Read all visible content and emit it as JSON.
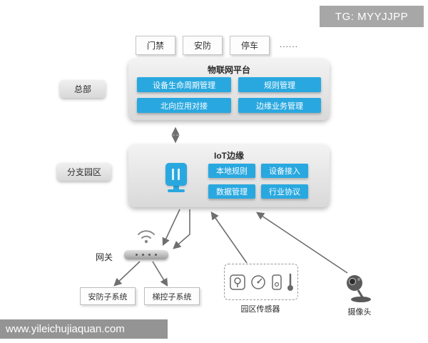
{
  "tg_tag": "TG: MYYJJPP",
  "watermark_url": "www.yileichujiaquan.com",
  "top_tabs": [
    "门禁",
    "安防",
    "停车"
  ],
  "top_more": "......",
  "labels": {
    "hq": "总部",
    "branch": "分支园区",
    "gateway": "网关",
    "sensors": "园区传感器",
    "camera": "摄像头"
  },
  "platform": {
    "title": "物联网平台",
    "buttons": [
      "设备生命周期管理",
      "规则管理",
      "北向应用对接",
      "边缘业务管理"
    ]
  },
  "edge": {
    "title": "IoT边缘",
    "buttons": [
      "本地规则",
      "设备接入",
      "数据管理",
      "行业协议"
    ]
  },
  "subsystems": [
    "安防子系统",
    "梯控子系统"
  ],
  "colors": {
    "accent": "#29a8e0",
    "panel_gray": "#e3e3e3",
    "arrow": "#6f6f6f"
  }
}
